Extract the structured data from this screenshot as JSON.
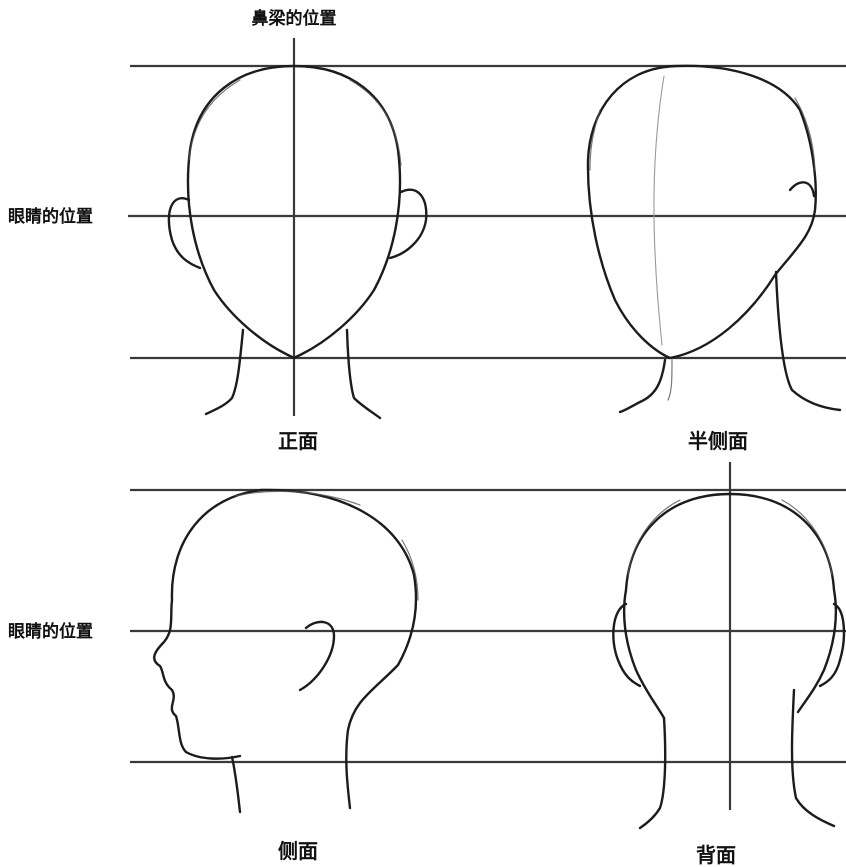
{
  "labels": {
    "nose_bridge_position": "鼻梁的位置",
    "eye_position_top": "眼睛的位置",
    "eye_position_bottom": "眼睛的位置"
  },
  "captions": {
    "front": "正面",
    "three_quarter": "半侧面",
    "side": "侧面",
    "back": "背面"
  }
}
